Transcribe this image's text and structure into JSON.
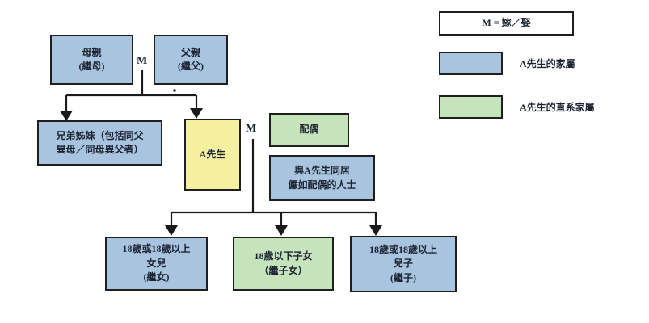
{
  "colors": {
    "family_member": "#a8c4de",
    "direct_family": "#c6e4bc",
    "subject": "#f5f0a0",
    "legend_note_bg": "#ffffff",
    "box_border": "#1f1f1f",
    "connector": "#1a1a1a",
    "text": "#1c2433"
  },
  "marriage": {
    "symbol": "M"
  },
  "legend": {
    "note": "M = 嫁／娶",
    "items": [
      {
        "label": "A先生的家屬",
        "color": "#a8c4de"
      },
      {
        "label": "A先生的直系家屬",
        "color": "#c6e4bc"
      }
    ]
  },
  "nodes": {
    "mother": "母親\n(繼母)",
    "father": "父親\n(繼父)",
    "siblings": "兄弟姊妹（包括同父\n異母／同母異父者）",
    "person_a": "A先生",
    "spouse": "配偶",
    "cohabitant": "與A先生同居\n儼如配偶的人士",
    "adult_daughter": "18歲或18歲以上\n女兒\n(繼女)",
    "minor_children": "18歲以下子女\n（繼子女）",
    "adult_son": "18歲或18歲以上\n兒子\n(繼子)"
  }
}
